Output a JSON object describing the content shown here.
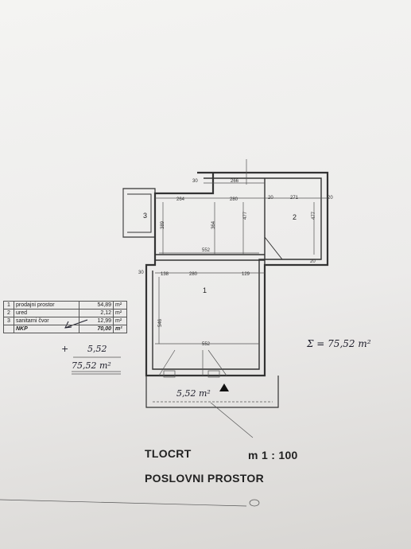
{
  "legend": {
    "rows": [
      {
        "num": "1",
        "name": "prodajni prostor",
        "value": "54,89",
        "unit": "m²"
      },
      {
        "num": "2",
        "name": "ured",
        "value": "2,12",
        "unit": "m²"
      },
      {
        "num": "3",
        "name": "sanitarni čvor",
        "value": "12,99",
        "unit": "m²"
      }
    ],
    "total": {
      "label": "NKP",
      "value": "70,00",
      "unit": "m²"
    }
  },
  "handwritten": {
    "plus": "+",
    "addition": "5,52",
    "sum": "75,52 m²",
    "side_sum": "Σ = 75,52 m²",
    "terrace": "5,52 m²"
  },
  "rooms": {
    "r1": "1",
    "r2": "2",
    "r3": "3"
  },
  "dims": {
    "d30a": "30",
    "d266": "266",
    "d264": "264",
    "d280": "280",
    "d20a": "20",
    "d271": "271",
    "d20b": "20",
    "d389": "389",
    "d364": "364",
    "d477": "477",
    "d477b": "477",
    "d552a": "552",
    "d30b": "30",
    "d138": "138",
    "d280b": "280",
    "d129": "129",
    "d546": "546",
    "d552b": "552",
    "d20c": "20"
  },
  "title": {
    "plan": "TLOCRT",
    "scale": "m 1 : 100",
    "subtitle": "POSLOVNI PROSTOR"
  }
}
